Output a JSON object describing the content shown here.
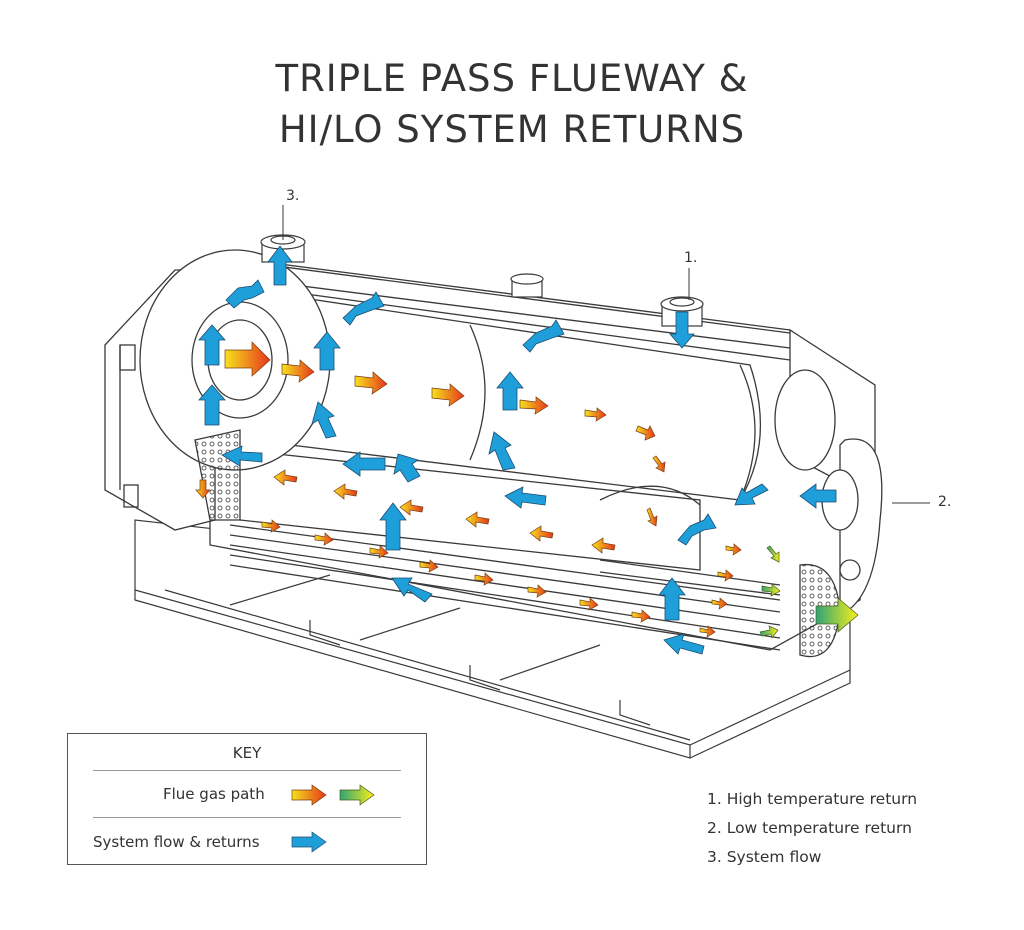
{
  "title": {
    "line1": "TRIPLE PASS FLUEWAY &",
    "line2": "HI/LO SYSTEM RETURNS"
  },
  "callouts": {
    "c1": "1.",
    "c2": "2.",
    "c3": "3."
  },
  "key": {
    "heading": "KEY",
    "flue_gas_label": "Flue gas path",
    "system_flow_label": "System flow & returns"
  },
  "legend": {
    "item1": "1.  High temperature return",
    "item2": "2. Low temperature return",
    "item3": "3. System flow"
  },
  "colors": {
    "hot_start": "#f6e21c",
    "hot_end": "#e6361c",
    "cool_start": "#2fa577",
    "cool_end": "#f8ee1a",
    "system_flow": "#1f9fd9",
    "outline": "#3a3a3a"
  }
}
